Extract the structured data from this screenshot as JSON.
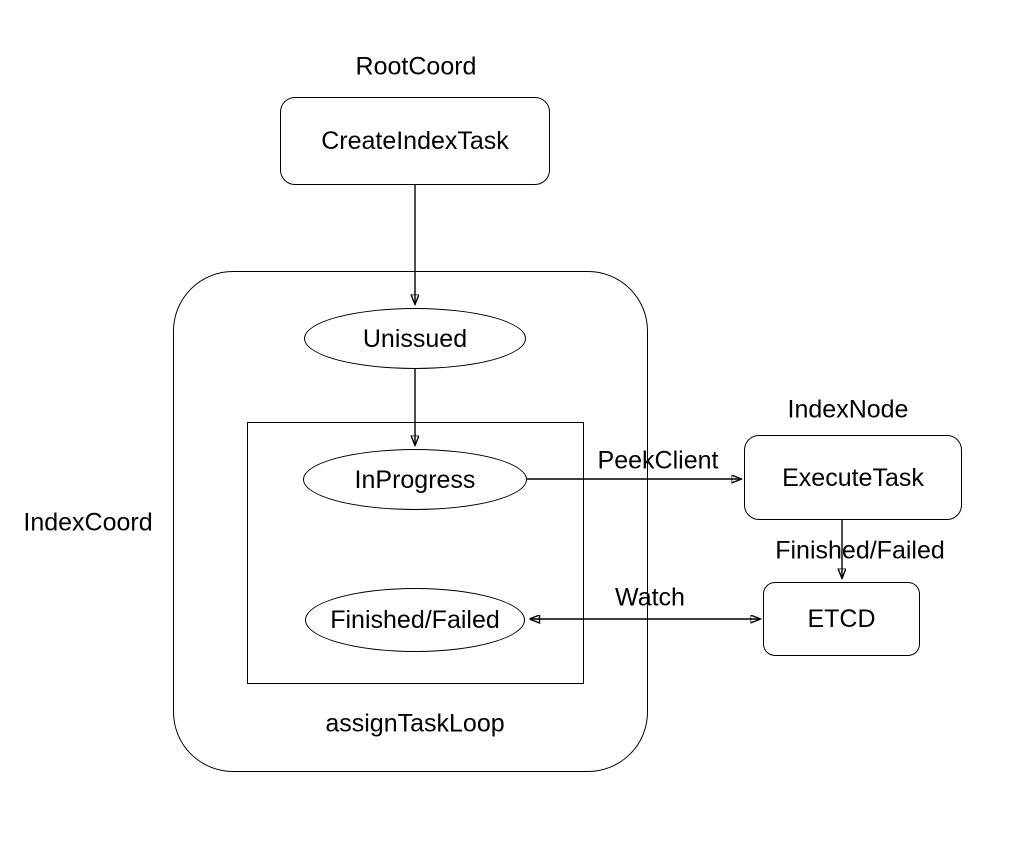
{
  "diagram": {
    "groups": {
      "root_coord": "RootCoord",
      "index_coord": "IndexCoord",
      "index_node": "IndexNode",
      "assign_task_loop": "assignTaskLoop"
    },
    "nodes": {
      "create_index_task": "CreateIndexTask",
      "unissued": "Unissued",
      "in_progress": "InProgress",
      "finished_failed": "Finished/Failed",
      "execute_task": "ExecuteTask",
      "etcd": "ETCD"
    },
    "edge_labels": {
      "peek_client": "PeekClient",
      "finished_failed": "Finished/Failed",
      "watch": "Watch"
    },
    "edges": [
      {
        "from": "create_index_task",
        "to": "unissued",
        "label": ""
      },
      {
        "from": "unissued",
        "to": "in_progress",
        "label": ""
      },
      {
        "from": "in_progress",
        "to": "execute_task",
        "label": "PeekClient"
      },
      {
        "from": "execute_task",
        "to": "etcd",
        "label": "Finished/Failed"
      },
      {
        "from": "etcd",
        "to": "finished_failed",
        "label": "Watch",
        "bidirectional": true
      }
    ],
    "colors": {
      "stroke": "#000000",
      "fill": "#ffffff",
      "text": "#000000",
      "background": "#ffffff"
    }
  }
}
